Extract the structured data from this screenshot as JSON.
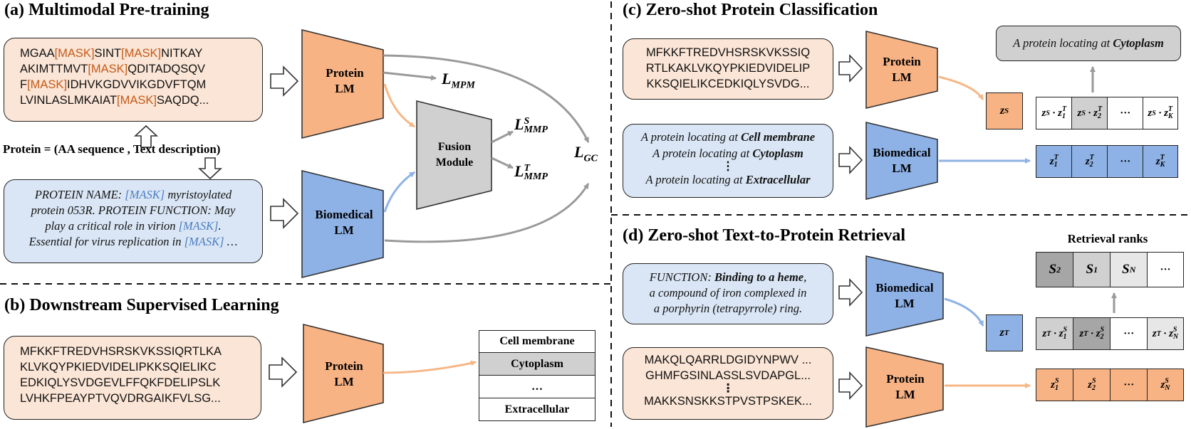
{
  "colors": {
    "protein_lm": "#f8b384",
    "biomedical_lm": "#8eb2e6",
    "fusion": "#d0d0d0",
    "orange_arrow": "#f6b786",
    "blue_arrow": "#8fb3e4",
    "gray_arrow": "#9a9a9a",
    "mask_orange": "#c35a17",
    "mask_blue": "#4a7dc0"
  },
  "a": {
    "title": "(a) Multimodal Pre-training",
    "seq_lines": [
      [
        "MGAA",
        "[MASK]",
        "SINT",
        "[MASK]",
        "NITKAY"
      ],
      [
        "AKIMTTMVT",
        "[MASK]",
        "QDITADQSQV"
      ],
      [
        "F",
        "[MASK]",
        "IDHVKGDVVIKGDVFTQM"
      ],
      [
        "LVINLASLMKAIAT",
        "[MASK]",
        "SAQDQ..."
      ]
    ],
    "protein_eq": "Protein = (AA sequence , Text description)",
    "text_lines": [
      [
        "PROTEIN NAME: ",
        "[MASK]",
        " myristoylated"
      ],
      [
        "protein 053R. PROTEIN FUNCTION: May"
      ],
      [
        "play a critical role in virion ",
        "[MASK]",
        "."
      ],
      [
        "Essential for virus replication in ",
        "[MASK]",
        " …"
      ]
    ],
    "protein_lm": [
      "Protein",
      "LM"
    ],
    "biomedical_lm": [
      "Biomedical",
      "LM"
    ],
    "fusion": [
      "Fusion",
      "Module"
    ],
    "loss_mpm": {
      "base": "L",
      "sub": "MPM"
    },
    "loss_mmp_s": {
      "base": "L",
      "sup": "S",
      "sub": "MMP"
    },
    "loss_mmp_t": {
      "base": "L",
      "sup": "T",
      "sub": "MMP"
    },
    "loss_gc": {
      "base": "L",
      "sub": "GC"
    }
  },
  "b": {
    "title": "(b) Downstream Supervised Learning",
    "seq_lines": [
      "MFKKFTREDVHSRSKVKSSIQRTLKA",
      "KLVKQYPKIEDVIDELIPKKSQIELIKC",
      "EDKIQLYSVDGEVLFFQKFDELIPSLK",
      "LVHKFPEAYPTVQVDRGAIKFVLSG..."
    ],
    "protein_lm": [
      "Protein",
      "LM"
    ],
    "classes": [
      "Cell membrane",
      "Cytoplasm",
      "…",
      "Extracellular"
    ]
  },
  "c": {
    "title": "(c) Zero-shot Protein Classification",
    "seq_lines": [
      "MFKKFTREDVHSRSKVKSSIQ",
      "RTLKAKLVKQYPKIEDVIDELIP",
      "KKSQIELIKCEDKIQLYSVDG..."
    ],
    "protein_lm": [
      "Protein",
      "LM"
    ],
    "biomedical_lm": [
      "Biomedical",
      "LM"
    ],
    "prompt_prefix": "A protein locating at ",
    "prompts": [
      "Cell membrane",
      "Cytoplasm",
      "Extracellular"
    ],
    "vdots": "⋮",
    "result": {
      "prefix": "A protein locating at ",
      "bold": "Cytoplasm"
    },
    "zs": {
      "base": "z",
      "sup": "S"
    },
    "score_cells": [
      {
        "a": "z",
        "asup": "S",
        "b": "z",
        "bsup": "T",
        "bsub": "1"
      },
      {
        "a": "z",
        "asup": "S",
        "b": "z",
        "bsup": "T",
        "bsub": "2"
      },
      {
        "dots": "···"
      },
      {
        "a": "z",
        "asup": "S",
        "b": "z",
        "bsup": "T",
        "bsub": "K"
      }
    ],
    "text_emb_cells": [
      {
        "b": "z",
        "bsup": "T",
        "bsub": "1"
      },
      {
        "b": "z",
        "bsup": "T",
        "bsub": "2"
      },
      {
        "dots": "···"
      },
      {
        "b": "z",
        "bsup": "T",
        "bsub": "K"
      }
    ]
  },
  "d": {
    "title": "(d) Zero-shot Text-to-Protein Retrieval",
    "text": {
      "prefix": "FUNCTION: ",
      "bold": "Binding to a heme",
      "rest1": ",",
      "line2": "a compound of iron complexed in",
      "line3": "a porphyrin (tetrapyrrole) ring."
    },
    "biomedical_lm": [
      "Biomedical",
      "LM"
    ],
    "protein_lm": [
      "Protein",
      "LM"
    ],
    "seq_lines": [
      "MAKQLQARRLDGIDYNPWV ...",
      "GHMFGSINLASSLSVDAPGL...",
      "⋮",
      "MAKKSNSKKSTPVSTPSKEK..."
    ],
    "retrieval_title": "Retrieval ranks",
    "ranks": [
      {
        "base": "S",
        "sub": "2"
      },
      {
        "base": "S",
        "sub": "1"
      },
      {
        "base": "S",
        "sub": "N"
      },
      {
        "dots": "···"
      }
    ],
    "zt": {
      "base": "z",
      "sup": "T"
    },
    "score_cells": [
      {
        "a": "z",
        "asup": "T",
        "b": "z",
        "bsup": "S",
        "bsub": "1"
      },
      {
        "a": "z",
        "asup": "T",
        "b": "z",
        "bsup": "S",
        "bsub": "2"
      },
      {
        "dots": "···"
      },
      {
        "a": "z",
        "asup": "T",
        "b": "z",
        "bsup": "S",
        "bsub": "N"
      }
    ],
    "prot_emb_cells": [
      {
        "b": "z",
        "bsup": "S",
        "bsub": "1"
      },
      {
        "b": "z",
        "bsup": "S",
        "bsub": "2"
      },
      {
        "dots": "···"
      },
      {
        "b": "z",
        "bsup": "S",
        "bsub": "N"
      }
    ]
  }
}
